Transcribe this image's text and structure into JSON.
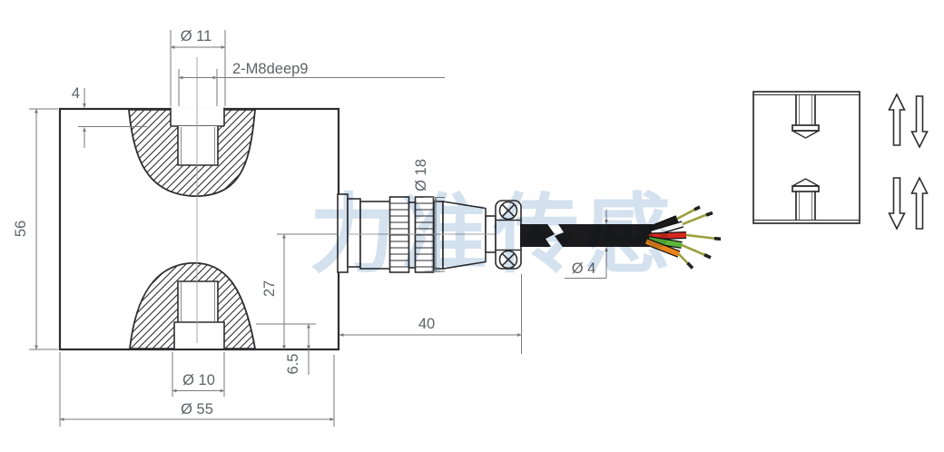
{
  "drawing": {
    "title": "s-type-load-cell-dimension-drawing",
    "watermark": {
      "text": "力准传感",
      "color": "#c3d6e8"
    },
    "dimensions": {
      "counterbore_dia": "Ø 11",
      "thread_callout": "2-M8deep9",
      "counterbore_depth": "4",
      "body_height": "56",
      "axis_to_bottom": "27",
      "boss_height": "6.5",
      "boss_dia": "Ø 10",
      "body_width": "Ø 55",
      "connector_length": "40",
      "connector_dia": "Ø 18",
      "cable_dia": "Ø 4"
    },
    "cable": {
      "jacket_color": "#1b1b1d",
      "lead_color": "#9aa03c",
      "wires": [
        {
          "name": "black",
          "color": "#1a1a1a"
        },
        {
          "name": "white",
          "color": "#f5f5f5"
        },
        {
          "name": "red",
          "color": "#d7281e"
        },
        {
          "name": "green",
          "color": "#5cb838"
        },
        {
          "name": "orange",
          "color": "#e8821d"
        }
      ]
    },
    "line_colors": {
      "geometry": "#2d2d30",
      "dimension": "#7a7a7a"
    }
  }
}
